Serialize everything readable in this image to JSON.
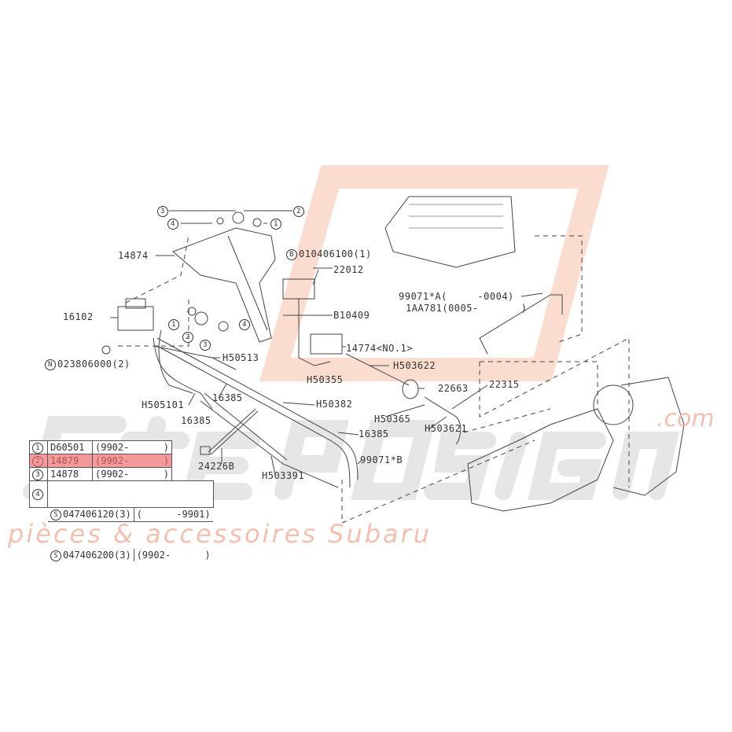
{
  "watermark": {
    "brand": "StepDesign",
    "tagline": "pièces & accessoires Subaru",
    "com": ".com",
    "color": "#f3c0b0"
  },
  "callouts": {
    "c3": "3",
    "c4": "4",
    "c1": "1",
    "c2": "2",
    "p14874": "14874",
    "b_bolt": "010406100(1)",
    "b_mark": "B",
    "p22012": "22012",
    "p16102": "16102",
    "pB10409": "B10409",
    "p14774": "14774<NO.1>",
    "n_nut": "023806000(2)",
    "n_mark": "N",
    "pH50513": "H50513",
    "pH503622": "H503622",
    "pH50355": "H50355",
    "p22663": "22663",
    "p22315": "22315",
    "pH505101": "H505101",
    "p16385a": "16385",
    "pH50382": "H50382",
    "pH50365": "H50365",
    "p16385b": "16385",
    "pH503621": "H503621",
    "p16385c": "16385",
    "p99071B": "99071*B",
    "p24226B": "24226B",
    "pH503391": "H503391",
    "p99071A": "99071*A(     -0004)",
    "p1AA781": "1AA781(0005-       )",
    "c1_diag": "1",
    "c2_diag": "2",
    "c3_diag": "3",
    "c4_diag": "4"
  },
  "table": {
    "rows": [
      {
        "num": "1",
        "part": "D60501",
        "range": "(9902-      )",
        "highlight": false
      },
      {
        "num": "2",
        "part": "14879",
        "range": "(9902-      )",
        "highlight": true
      },
      {
        "num": "3",
        "part": "14878",
        "range": "(9902-      )",
        "highlight": false
      }
    ],
    "row4": {
      "num": "4",
      "s_mark": "S",
      "items": [
        {
          "part": "047406120(3)",
          "range": "(      -9901)"
        },
        {
          "part": "047406200(3)",
          "range": "(9902-      )"
        }
      ]
    }
  }
}
